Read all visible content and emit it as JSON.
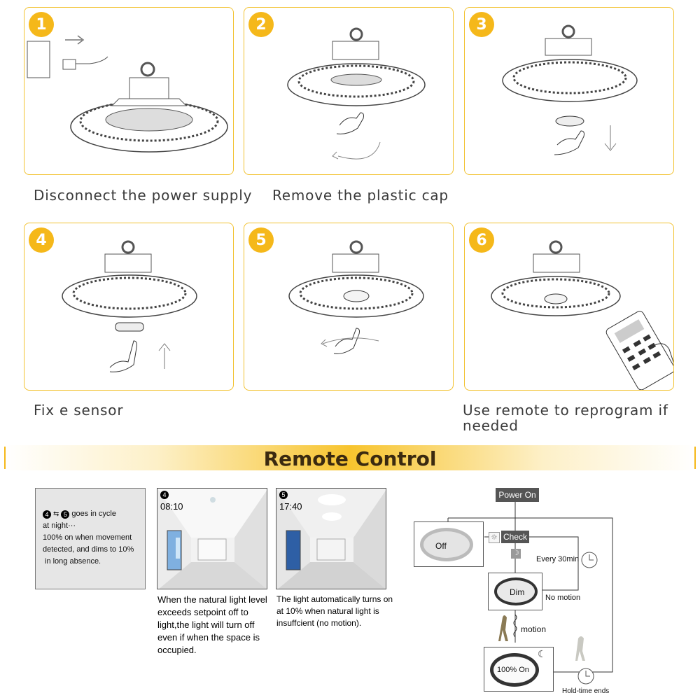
{
  "steps": [
    {
      "num": "1",
      "caption": "Disconnect the power supply"
    },
    {
      "num": "2",
      "caption": "Remove the plastic cap"
    },
    {
      "num": "3",
      "caption": ""
    },
    {
      "num": "4",
      "caption": "Fix e sensor"
    },
    {
      "num": "5",
      "caption": ""
    },
    {
      "num": "6",
      "caption": "Use remote to reprogram if needed"
    }
  ],
  "section_title": "Remote Control",
  "info": {
    "line1_suffix": "goes in cycle",
    "line2": "at night···",
    "line3": "100% on when movement",
    "line4": "detected, and dims to 10%",
    "line5": "in long absence."
  },
  "scene4": {
    "badge": "4",
    "time": "08:10",
    "desc": "When the natural light level exceeds setpoint off to light,the light will turn off even if when the space is occupied."
  },
  "scene5": {
    "badge": "5",
    "time": "17:40",
    "desc": "The light automatically turns on at 10% when natural light is insuffcient (no motion)."
  },
  "flow": {
    "power_on": "Power On",
    "off": "Off",
    "check": "Check",
    "every": "Every 30min",
    "dim": "Dim",
    "no_motion": "No motion",
    "motion": "motion",
    "full_on": "100% On",
    "hold_end": "Hold-time ends"
  },
  "colors": {
    "accent": "#f5b81a",
    "border": "#f2c230"
  }
}
